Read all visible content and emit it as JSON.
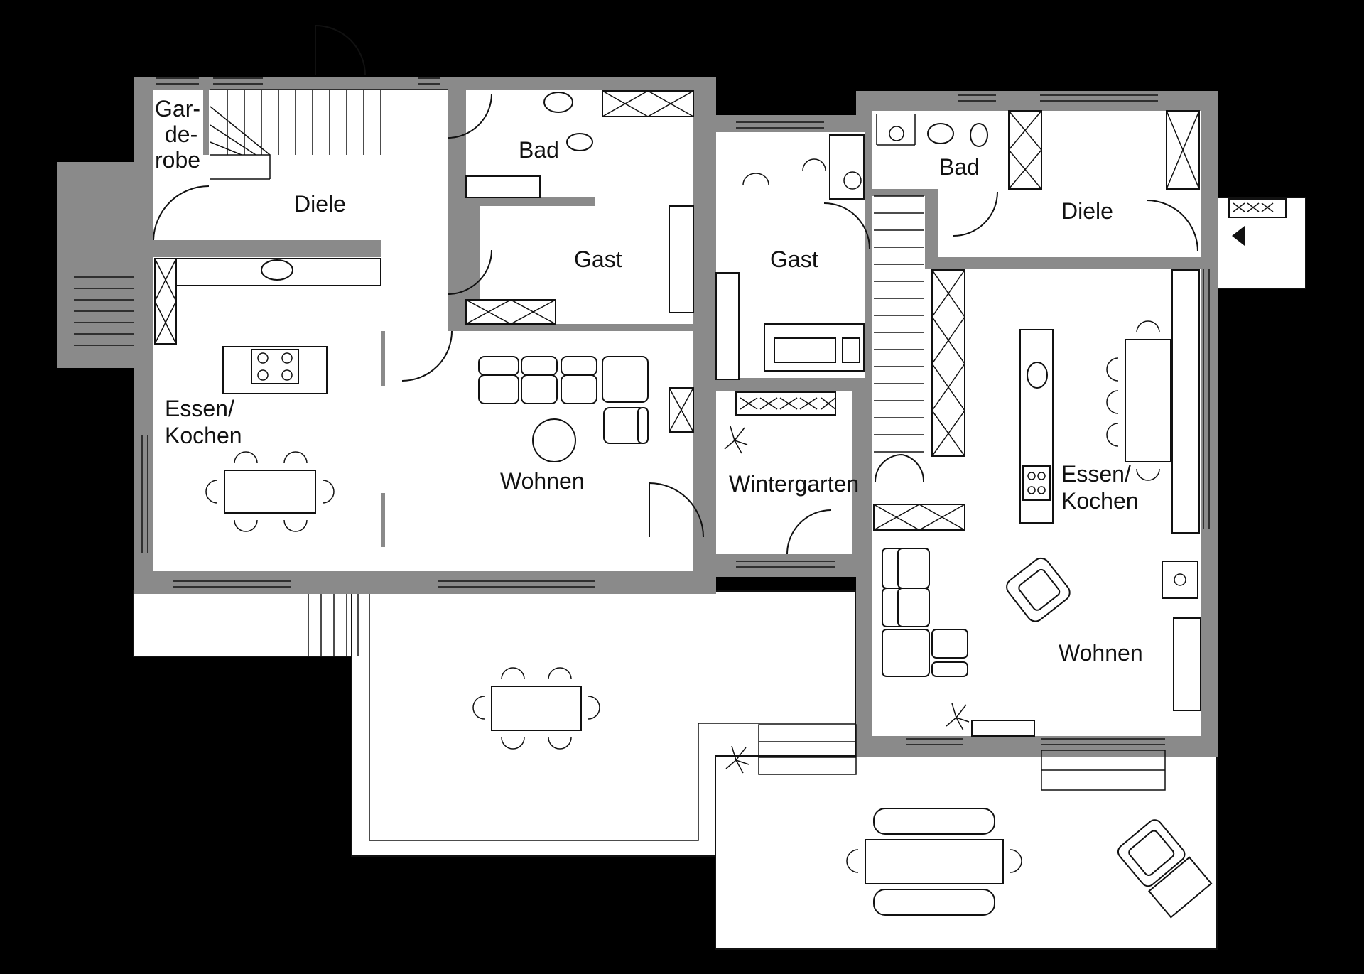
{
  "rooms": {
    "garderobe": "Gar-\nde-\nrobe",
    "diele_left": "Diele",
    "bad_left": "Bad",
    "gast_left": "Gast",
    "essen_kochen_left": "Essen/\nKochen",
    "wohnen_left": "Wohnen",
    "gast_mid": "Gast",
    "wintergarten": "Wintergarten",
    "bad_right": "Bad",
    "diele_right": "Diele",
    "essen_kochen_right": "Essen/\nKochen",
    "wohnen_right": "Wohnen"
  },
  "colors": {
    "background": "#000000",
    "wall": "#8a8a8a",
    "floor": "#ffffff",
    "line": "#111111"
  }
}
